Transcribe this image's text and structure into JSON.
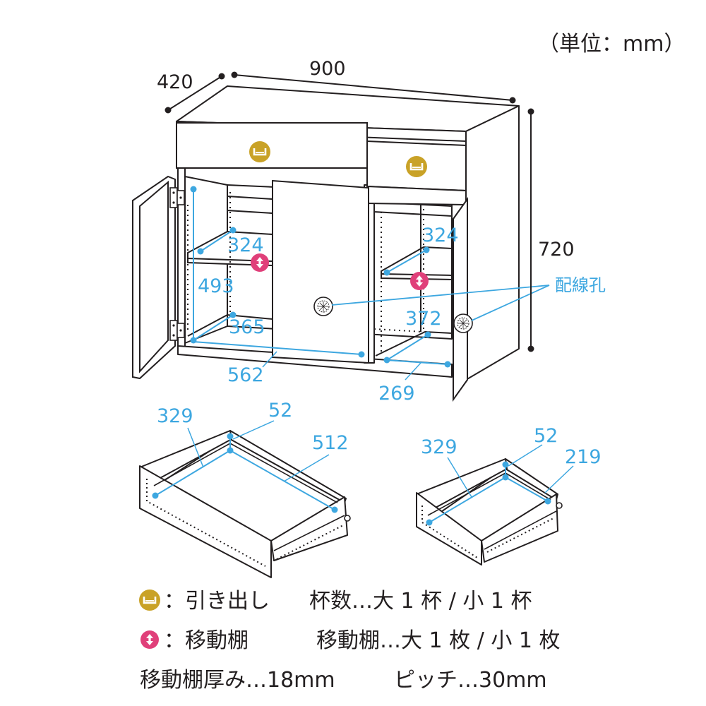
{
  "unit_label": "（単位：mm）",
  "dimensions": {
    "width": "900",
    "depth": "420",
    "height": "720",
    "left_shelf_width": "324",
    "right_shelf_width": "324",
    "left_inner_height": "493",
    "left_shelf_depth": "365",
    "right_shelf_depth": "372",
    "inner_width": "562",
    "right_inner_width": "269",
    "large_drawer_depth": "329",
    "large_drawer_height": "52",
    "large_drawer_width": "512",
    "small_drawer_depth": "329",
    "small_drawer_height": "52",
    "small_drawer_width": "219"
  },
  "callout": "配線孔",
  "legend": {
    "drawer_label": "：引き出し",
    "drawer_count": "杯数…大 1 杯 / 小 1 杯",
    "shelf_label": "：移動棚",
    "shelf_count": "移動棚…大 1 枚 / 小 1 枚",
    "shelf_thickness": "移動棚厚み…18mm",
    "pitch": "ピッチ…30mm"
  },
  "colors": {
    "line": "#231f20",
    "dimension_blue": "#3da7e0",
    "handle_gold": "#c9a227",
    "shelf_pink": "#e0407a"
  },
  "icons": [
    "drawer-handle-icon",
    "movable-shelf-icon",
    "cable-hole-icon",
    "hinge-icon"
  ]
}
